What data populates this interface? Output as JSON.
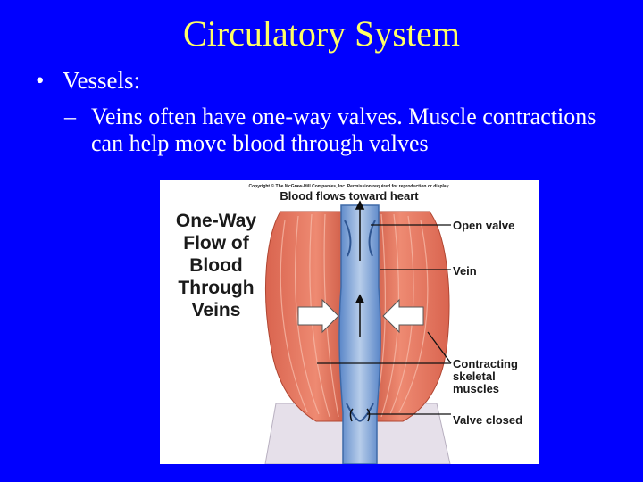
{
  "slide": {
    "title": "Circulatory System",
    "bullet_symbol": "•",
    "bullet_1": "Vessels:",
    "sub_bullet_symbol": "–",
    "sub_bullet_1": "Veins often have one-way valves. Muscle contractions can help move blood through valves"
  },
  "figure": {
    "copyright": "Copyright © The McGraw-Hill Companies, Inc. Permission required for reproduction or display.",
    "heading_line_1": "One-Way",
    "heading_line_2": "Flow of",
    "heading_line_3": "Blood",
    "heading_line_4": "Through",
    "heading_line_5": "Veins",
    "top_label": "Blood flows toward heart",
    "label_open_valve": "Open valve",
    "label_vein": "Vein",
    "label_contracting_1": "Contracting",
    "label_contracting_2": "skeletal",
    "label_contracting_3": "muscles",
    "label_valve_closed": "Valve closed",
    "colors": {
      "muscle": "#e8735c",
      "muscle_light": "#f3a08c",
      "vein": "#8fb0dc",
      "vein_dark": "#4f7cc0",
      "tendon": "#e8e2ea"
    }
  }
}
